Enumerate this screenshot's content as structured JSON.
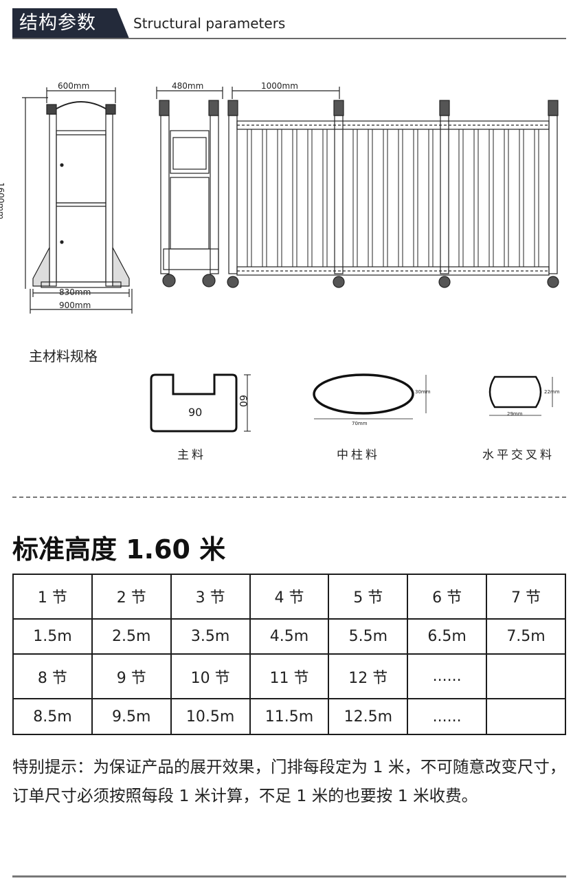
{
  "header": {
    "title_cn": "结构参数",
    "title_en": "Structural parameters"
  },
  "dimensions": {
    "front_width": "600mm",
    "height": "1600mm",
    "inner_width": "830mm",
    "outer_width": "900mm",
    "side_width": "480mm",
    "section_length": "1000mm"
  },
  "materials": {
    "title": "主材料规格",
    "main": {
      "label": "主料",
      "width": "90",
      "height": "60"
    },
    "column": {
      "label": "中柱料",
      "width": "70mm",
      "height": "30mm"
    },
    "cross": {
      "label": "水平交叉料",
      "width": "29mm",
      "height": "22mm"
    }
  },
  "spec": {
    "title": "标准高度 1.60 米",
    "rows": [
      [
        "1 节",
        "2 节",
        "3 节",
        "4 节",
        "5 节",
        "6 节",
        "7 节"
      ],
      [
        "1.5m",
        "2.5m",
        "3.5m",
        "4.5m",
        "5.5m",
        "6.5m",
        "7.5m"
      ],
      [
        "8 节",
        "9 节",
        "10 节",
        "11 节",
        "12 节",
        "......",
        ""
      ],
      [
        "8.5m",
        "9.5m",
        "10.5m",
        "11.5m",
        "12.5m",
        "......",
        ""
      ]
    ]
  },
  "note": "特别提示：为保证产品的展开效果，门排每段定为 1 米，不可随意改变尺寸，订单尺寸必须按照每段 1 米计算，不足 1 米的也要按 1 米收费。"
}
